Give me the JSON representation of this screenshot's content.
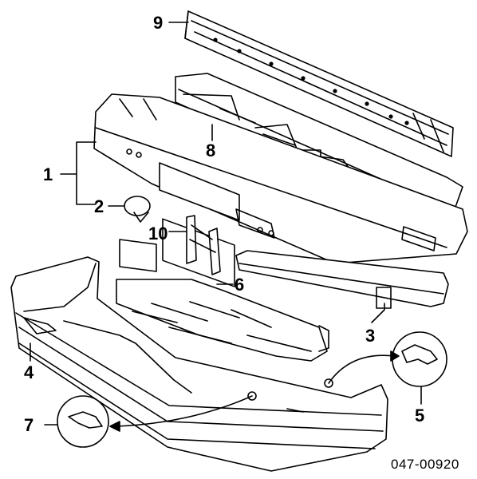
{
  "callouts": {
    "c1": "1",
    "c2": "2",
    "c3": "3",
    "c4": "4",
    "c5": "5",
    "c6": "6",
    "c7": "7",
    "c8": "8",
    "c9": "9",
    "c10": "10"
  },
  "diagram_number": "047-00920"
}
